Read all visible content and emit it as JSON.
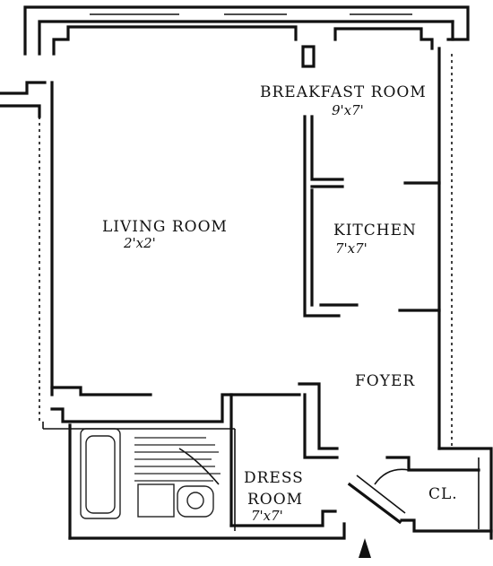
{
  "rooms": {
    "breakfast": {
      "name": "BREAKFAST ROOM",
      "size": "9'x7'"
    },
    "living": {
      "name": "LIVING ROOM",
      "size": "2'x2'"
    },
    "kitchen": {
      "name": "KITCHEN",
      "size": "7'x7'"
    },
    "foyer": {
      "name": "FOYER"
    },
    "dress": {
      "name": "DRESS",
      "name2": "ROOM",
      "size": "7'x7'"
    },
    "closet": {
      "name": "CL."
    }
  }
}
